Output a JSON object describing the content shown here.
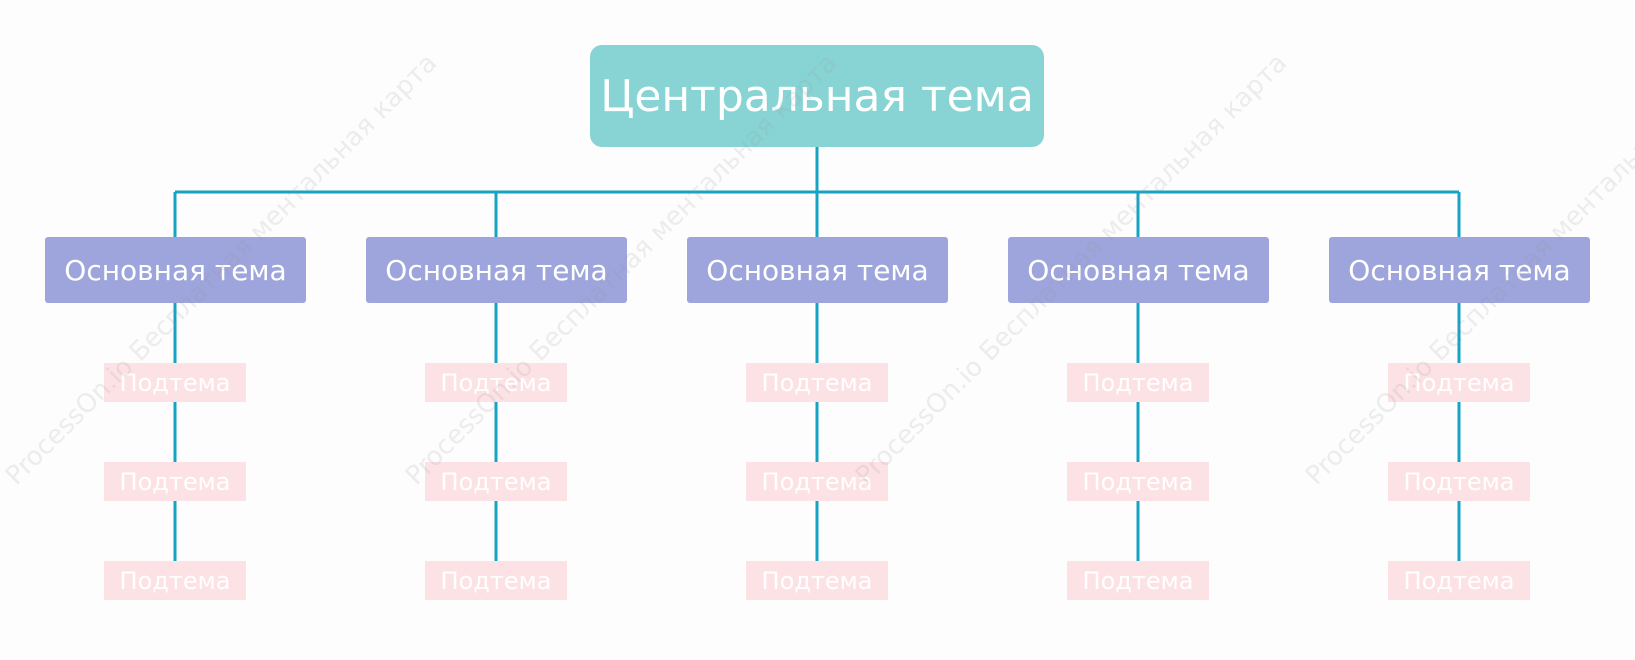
{
  "central_topic": {
    "label": "Центральная тема",
    "color": "#88d4d5"
  },
  "connector_color": "#17a3c4",
  "main_topic_color": "#9ea5dc",
  "subtopic_color": "#fde2e5",
  "branches": [
    {
      "label": "Основная тема",
      "subtopics": [
        "Подтема",
        "Подтема",
        "Подтема"
      ]
    },
    {
      "label": "Основная тема",
      "subtopics": [
        "Подтема",
        "Подтема",
        "Подтема"
      ]
    },
    {
      "label": "Основная тема",
      "subtopics": [
        "Подтема",
        "Подтема",
        "Подтема"
      ]
    },
    {
      "label": "Основная тема",
      "subtopics": [
        "Подтема",
        "Подтема",
        "Подтема"
      ]
    },
    {
      "label": "Основная тема",
      "subtopics": [
        "Подтема",
        "Подтема",
        "Подтема"
      ]
    }
  ],
  "watermark": {
    "text": "ProcessOn.io Бесплатная ментальная карта"
  }
}
